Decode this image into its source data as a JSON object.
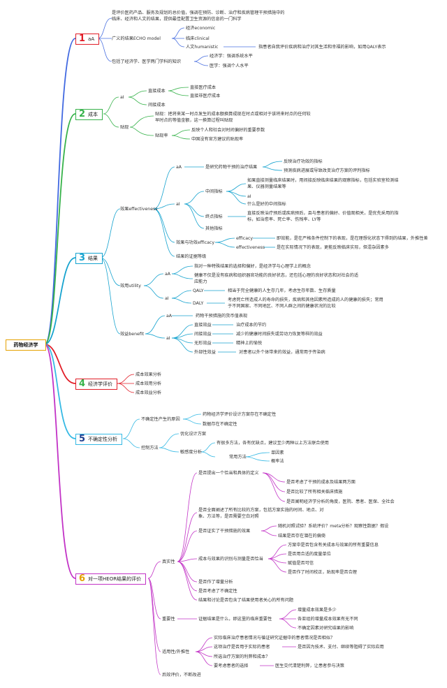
{
  "root": "药物经济学",
  "colors": {
    "c1": "#e11d27",
    "c2": "#36b24a",
    "c3": "#16a3cf",
    "c4": "#e11d27",
    "c5": "#35b9e4",
    "c6": "#c232c6",
    "root_border": "#e5a100"
  },
  "b1": {
    "num": "1",
    "label": "aA",
    "n1": "是评价医药产品、服务及规划的总价值，强调在预防、诊断、治疗和疾病管理干预措施中的临床、经济和人文的结果，提供最佳配置卫生资源的信息的一门科学",
    "n2": "广义的结果ECHO model",
    "n2a": "经济economic",
    "n2b": "临床clinical",
    "n2c": "人文humanistic",
    "n2c1": "指患者自我评价疾病和治疗对其生活和幸福的影响，如用QALY表示",
    "n3": "包括了经济学、医学两门学科的知识",
    "n3a": "经济学：强调系统水平",
    "n3b": "医学：强调个人水平"
  },
  "b2": {
    "num": "2",
    "label": "成本",
    "a": "aI",
    "a1": "直接成本",
    "a1a": "直接医疗成本",
    "a1b": "直接非医疗成本",
    "a2": "间接成本",
    "b": "贴现",
    "b1": "贴现：把将来某一时点发生的成本额换算成现在时点或相对于该将来时点的任何较早时点的等值金额，这一换算过程叫贴现",
    "b2": "贴现率",
    "b2a": "反映个人和社会对时间偏好的重要参数",
    "b2b": "中国没有官方建议的贴现率"
  },
  "b3": {
    "num": "3",
    "label": "结果",
    "e": "效果effectiveness",
    "e1": "aA",
    "e1a": "是研究药物干预的治疗结果",
    "e1a1": "反映治疗功效的指标",
    "e1a2": "预测疾病进展或导致改变治疗方案的评判指标",
    "e2": "aI",
    "e2a": "中间指标",
    "e2a1": "如果直接测量临床结果时，用间接反映临床结果的观察指标，包括实验室检测结果、仪器测量结果等",
    "e2a2": "aI",
    "e2a3": "什么是好的中间指标",
    "e2b": "终点指标",
    "e2b1": "直接反映治疗预后或疾病预后，且与患者的偏好、价值观相关，是优先采用的指标，如治愈率、死亡率、伤残率、LY等",
    "e2c": "其他指标",
    "e3": "效果与功效efficacy",
    "e3a": "efficacy",
    "e3a1": "即效能，是在严格条件控制下的表现，是在理想化状态下得到的结果，外推性差",
    "e3b": "effectiveness",
    "e3b1": "是在实际情况下的表现，更能反映临床实际，但混杂因素多",
    "e4": "结果的证据等级",
    "u": "效用utility",
    "u1": "aA",
    "u1a": "指对一种特殊结果的选择和偏好，是经济学与心理学上的概念",
    "u1b": "健康不仅是没有疾病和组织器官功能的良好状态，还包括心理的良好状态和对社会的适应能力",
    "u2": "aI",
    "u2a": "QALY",
    "u2a1": "相当于完全健康的人生存几年，考虑生存年数、生存质量",
    "u2b": "DALY",
    "u2b1": "考虑死亡所造成人的寿命的损失，疾病和其他因素所造成的人的健康的损失；常用于不同国家、不同地区、不同人群之间的健康状况的比较",
    "be": "效益benefit",
    "be1": "aA",
    "be1a": "药物干预措施的货币值表现",
    "be2": "aI",
    "be2a": "直接效益",
    "be2a1": "治疗成本的节约",
    "be2b": "间接效益",
    "be2b1": "减少的健康时间损失或劳动力恢复等样的效益",
    "be2c": "无形效益",
    "be2c1": "精神上的愉悦",
    "be2d": "外部性效益",
    "be2d1": "对患者以外个体带来的效益，通常用于传染病"
  },
  "b4": {
    "num": "4",
    "label": "经济学评价",
    "i1": "成本效果分析",
    "i2": "成本效用分析",
    "i3": "成本效益分析"
  },
  "b5": {
    "num": "5",
    "label": "不确定性分析",
    "a": "不确定性产生的原因",
    "a1": "药物经济学评价设计方案存在不确定性",
    "a2": "数据存在不确定性",
    "b": "控制方法",
    "b1": "优化设计方案",
    "b2": "敏感度分析",
    "b2a": "有很多方法，各有优缺点，建议至少两种以上方法联合使用",
    "b2b": "常用方法",
    "b2b1": "单因素",
    "b2b2": "概率法"
  },
  "b6": {
    "num": "6",
    "label": "对一项HEOR结果的评价",
    "r": "真实性",
    "r1": "是否提出一个恰当和具体的定义",
    "r1a": "是否考虑了干预的成本及结果两方面",
    "r1b": "是否比较了所有相关临床措施",
    "r1c": "是否阐明经济学分析的角度，医院、患者、医保、全社会",
    "r2": "是否全面阐述了所有比较的方案，包括方案实施的时间、地点、对象、方法等，是否需要空白对照",
    "r3": "是否证实了干预措施的效果",
    "r3a": "随机对照试验？系统评价？meta分析？观察性数据？假设",
    "r3b": "结果是否存在潜在的偏倚",
    "r4": "成本与效果的识别与测量是否恰当",
    "r4a": "方案中是否包含有关成本与效果的所有重要信息",
    "r4b": "是否用合适的度量单位",
    "r4c": "赋值是否可信",
    "r4d": "是否作了时间校正，贴现率是否合理",
    "r5": "是否作了增量分析",
    "r6": "是否考虑了不确定性",
    "r7": "结果和讨论是否包含了结果使用者关心的所有问题",
    "m": "重要性",
    "m1": "证据结果是什么，即这里的临床重要性",
    "m1a": "增量成本效果是多少",
    "m1b": "各亚组的增量成本效果有无不同",
    "m1c": "不确定因素对研究结果的影响",
    "ap": "适用性/外推性",
    "ap1": "实际临床治疗患者情况与循证研究证据中的患者情况是否相似？",
    "ap2": "这项治疗是否用于实际的患者",
    "ap2a": "是否因为技术、支付、继续等阻碍了实际应用",
    "ap3": "所选治疗方案的利弊和成本？",
    "ap4": "要考虑患者的选择",
    "ap4a": "医生交代清楚利弊，让患者参与决策",
    "z": "后效评价，不断改进"
  }
}
